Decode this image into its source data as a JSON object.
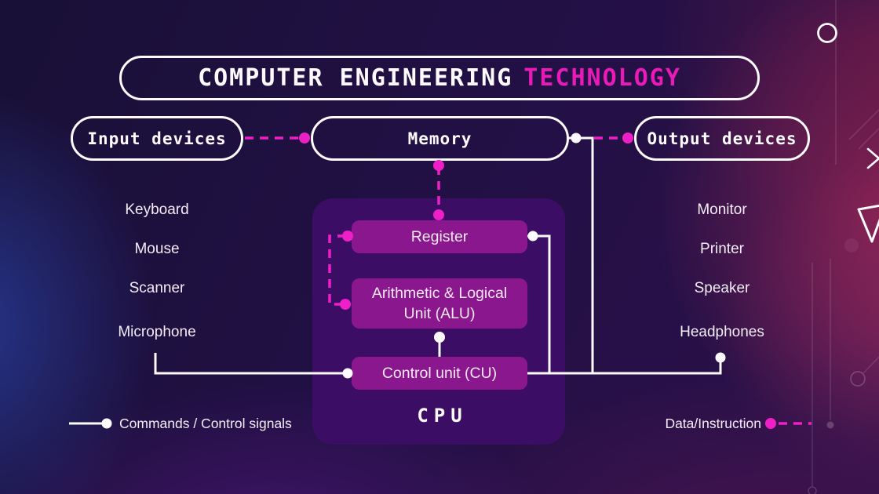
{
  "title": {
    "main": "COMPUTER ENGINEERING",
    "accent": "TECHNOLOGY"
  },
  "nodes": {
    "input": "Input devices",
    "memory": "Memory",
    "output": "Output devices"
  },
  "input_devices": [
    "Keyboard",
    "Mouse",
    "Scanner",
    "Microphone"
  ],
  "output_devices": [
    "Monitor",
    "Printer",
    "Speaker",
    "Headphones"
  ],
  "cpu": {
    "label": "CPU",
    "register": "Register",
    "alu": "Arithmetic & Logical Unit (ALU)",
    "control_unit": "Control unit (CU)"
  },
  "legend": {
    "commands": "Commands / Control signals",
    "data": "Data/Instruction"
  },
  "colors": {
    "accent_magenta": "#e81ab8",
    "dashed_line": "#ee1fc6",
    "solid_line": "#fdfbff",
    "cpu_box_fill": "#3c0d64",
    "unit_box_fill": "#8a178e"
  }
}
